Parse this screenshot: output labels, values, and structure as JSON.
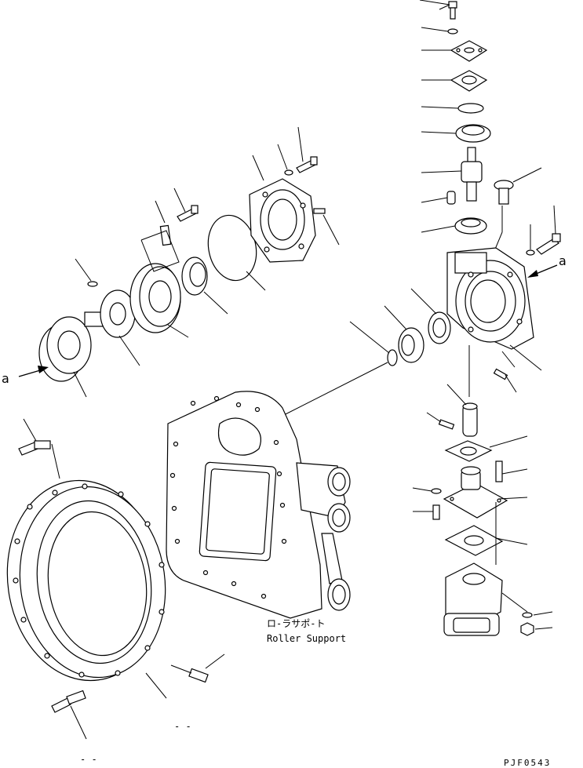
{
  "callouts": {
    "left_arrow_label": "a",
    "right_arrow_label": "a"
  },
  "roller_support": {
    "jp": "ロ-ラサポ-ト",
    "en": "Roller Support"
  },
  "drawing_code": "PJF0543",
  "small_marks": {
    "mark1": "- -",
    "mark2": "- -"
  }
}
